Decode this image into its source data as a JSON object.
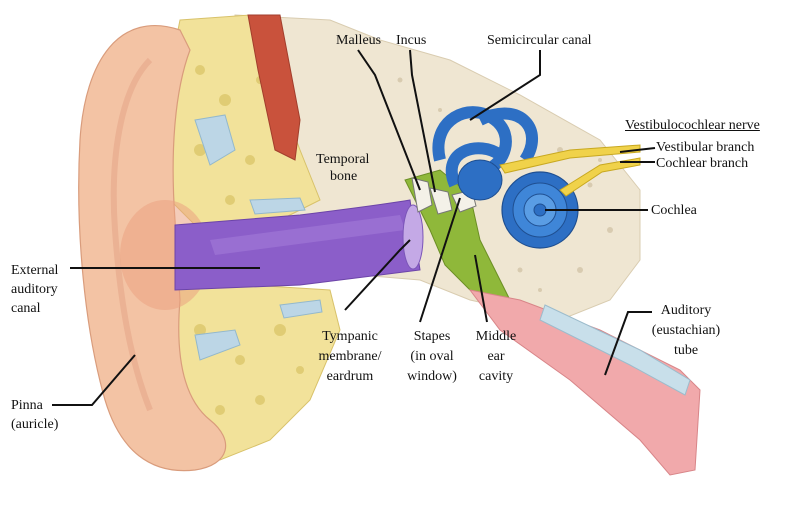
{
  "labels": {
    "malleus": "Malleus",
    "incus": "Incus",
    "semicircular_canal": "Semicircular canal",
    "vestibulocochlear_nerve": "Vestibulocochlear nerve",
    "vestibular_branch": "Vestibular branch",
    "cochlear_branch": "Cochlear branch",
    "temporal_bone_1": "Temporal",
    "temporal_bone_2": "bone",
    "cochlea": "Cochlea",
    "external_auditory_canal_1": "External",
    "external_auditory_canal_2": "auditory",
    "external_auditory_canal_3": "canal",
    "auditory_tube_1": "Auditory",
    "auditory_tube_2": "(eustachian)",
    "auditory_tube_3": "tube",
    "tympanic_1": "Tympanic",
    "tympanic_2": "membrane/",
    "tympanic_3": "eardrum",
    "stapes_1": "Stapes",
    "stapes_2": "(in oval",
    "stapes_3": "window)",
    "middle_ear_1": "Middle",
    "middle_ear_2": "ear",
    "middle_ear_3": "cavity",
    "pinna_1": "Pinna",
    "pinna_2": "(auricle)"
  },
  "colors": {
    "skin": "#f3c3a4",
    "skin_dark": "#e8a484",
    "fat": "#f2e29a",
    "bone": "#efe6d2",
    "canal": "#8b5ec9",
    "middle_ear": "#8fb83a",
    "cochlea": "#2d6fc4",
    "nerve": "#f0d24a",
    "tube": "#f1a9ab",
    "muscle": "#c9523c"
  }
}
